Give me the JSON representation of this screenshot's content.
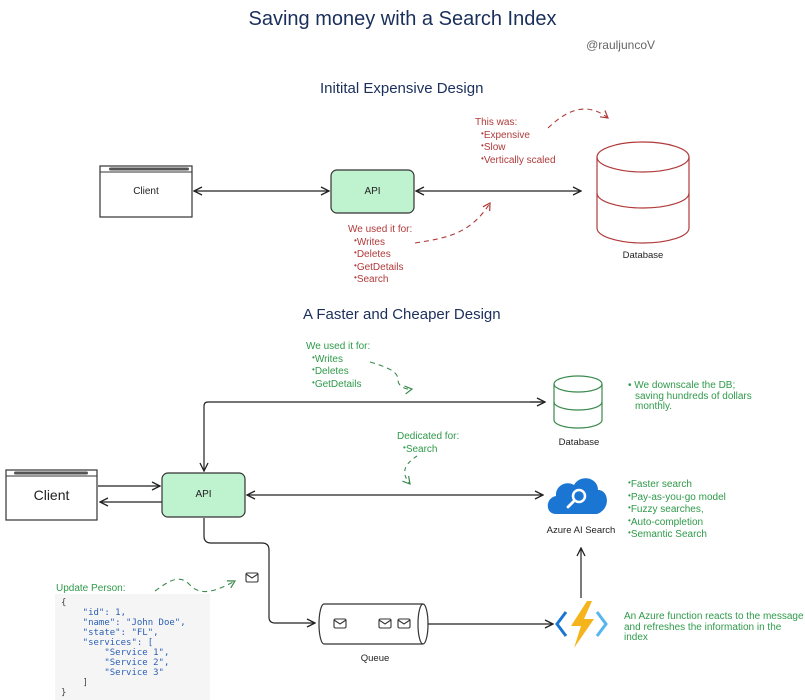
{
  "title": "Saving money with a Search Index",
  "handle": "@rauljuncoV",
  "colors": {
    "title": "#1b2f5c",
    "expensive_note": "#b03a3a",
    "cheap_note": "#2f9a4a",
    "api_fill": "#bff2cf",
    "azure_blue": "#1a76d2",
    "function_yellow": "#f5b41c"
  },
  "top_section": {
    "title": "Initital Expensive Design",
    "client_label": "Client",
    "api_label": "API",
    "database_label": "Database",
    "this_was_note": {
      "heading": "This was:",
      "items": [
        "Expensive",
        "Slow",
        "Vertically scaled"
      ]
    },
    "used_for_note": {
      "heading": "We used it for:",
      "items": [
        "Writes",
        "Deletes",
        "GetDetails",
        "Search"
      ]
    }
  },
  "bottom_section": {
    "title": "A Faster and Cheaper Design",
    "client_label": "Client",
    "api_label": "API",
    "database_label": "Database",
    "search_label": "Azure AI Search",
    "queue_label": "Queue",
    "used_for_note": {
      "heading": "We used it for:",
      "items": [
        "Writes",
        "Deletes",
        "GetDetails"
      ]
    },
    "dedicated_note": {
      "heading": "Dedicated for:",
      "items": [
        "Search"
      ]
    },
    "db_note": [
      "We downscale the DB;",
      "saving hundreds of dollars",
      "monthly."
    ],
    "search_features": [
      "Faster search",
      "Pay-as-you-go model",
      "Fuzzy searches,",
      "Auto-completion",
      "Semantic Search"
    ],
    "function_note": [
      "An Azure function reacts to the message",
      "and refreshes the information in the index"
    ],
    "update_person": {
      "heading": "Update Person:",
      "code_lines": [
        "{",
        "    \"id\": 1,",
        "    \"name\": \"John Doe\",",
        "    \"state\": \"FL\",",
        "    \"services\": [",
        "        \"Service 1\",",
        "        \"Service 2\",",
        "        \"Service 3\"",
        "    ]",
        "}"
      ]
    }
  }
}
